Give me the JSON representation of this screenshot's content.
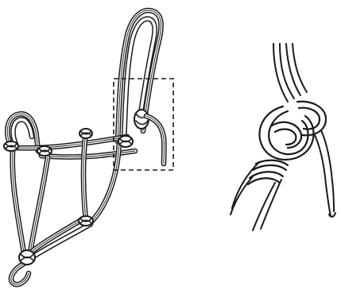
{
  "figure": {
    "left_view": "rope-halter",
    "right_view": "halter-tie-knot-detail",
    "highlight": "dashed-box-around-tie-knot",
    "colors": {
      "ink": "#1a1a1a",
      "paper": "#ffffff"
    }
  }
}
